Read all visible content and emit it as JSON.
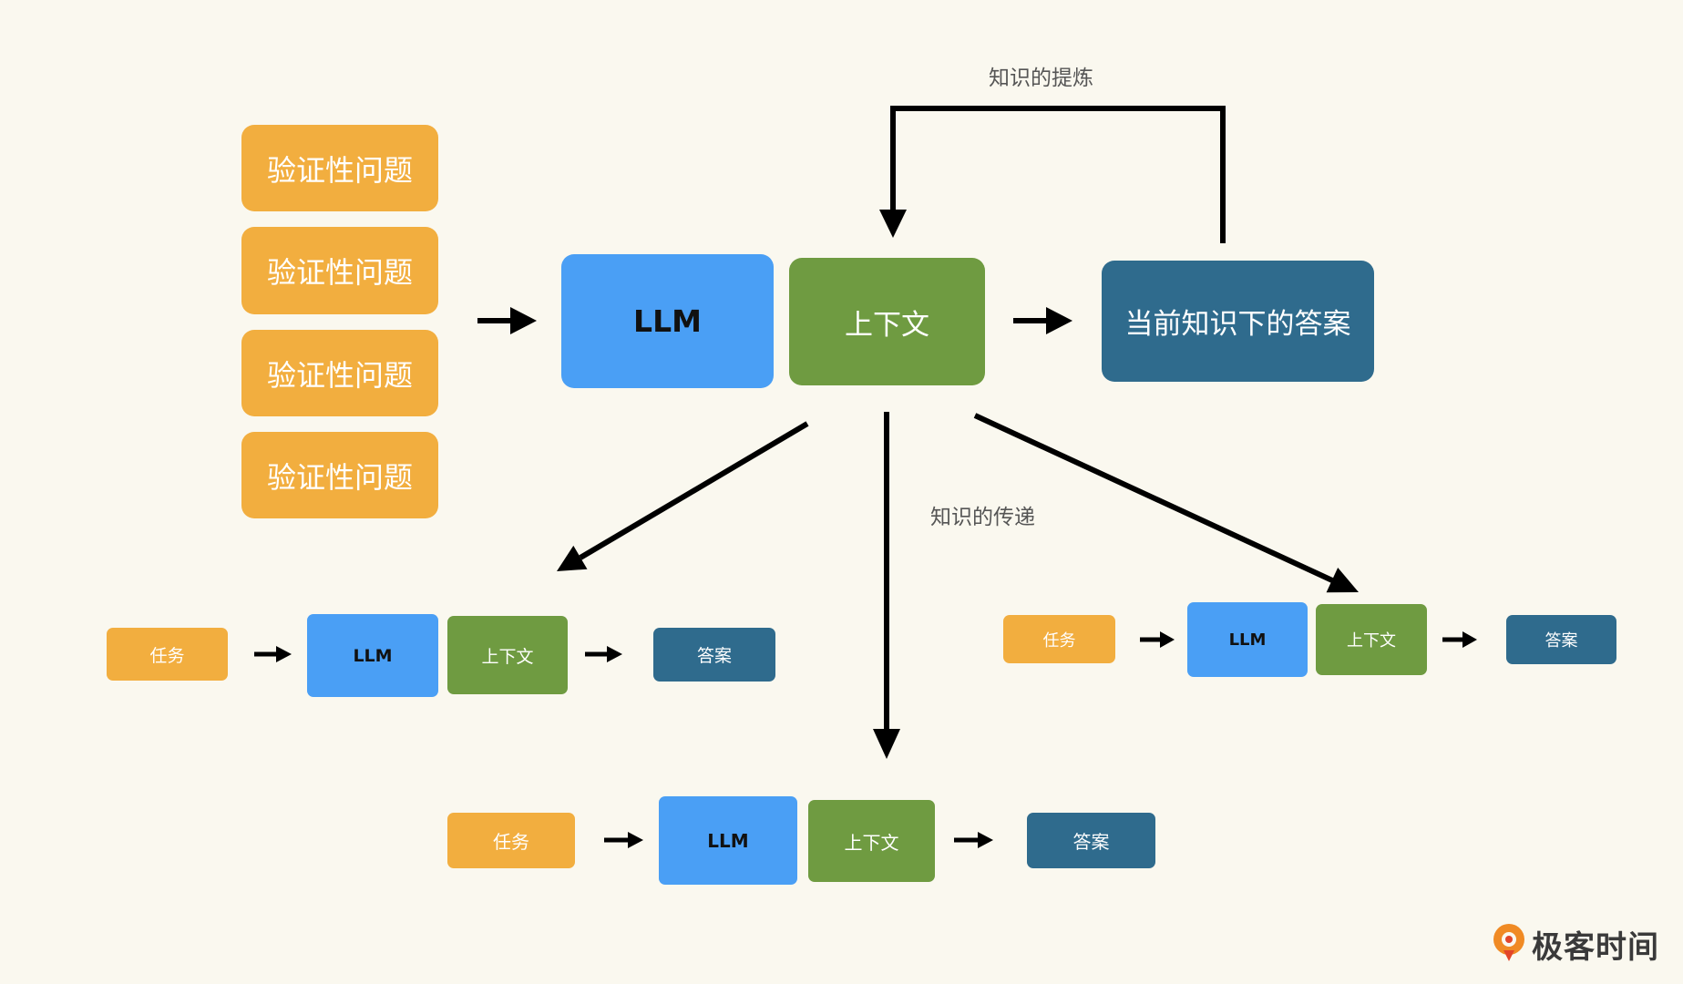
{
  "diagram": {
    "verification_questions": [
      "验证性问题",
      "验证性问题",
      "验证性问题",
      "验证性问题"
    ],
    "main_flow": {
      "llm": "LLM",
      "context": "上下文",
      "answer": "当前知识下的答案"
    },
    "edge_labels": {
      "distillation": "知识的提炼",
      "transfer": "知识的传递"
    },
    "task_flows": [
      {
        "task": "任务",
        "llm": "LLM",
        "context": "上下文",
        "answer": "答案"
      },
      {
        "task": "任务",
        "llm": "LLM",
        "context": "上下文",
        "answer": "答案"
      },
      {
        "task": "任务",
        "llm": "LLM",
        "context": "上下文",
        "answer": "答案"
      }
    ]
  },
  "colors": {
    "background": "#faf8ef",
    "question": "#f2ae3f",
    "llm": "#4a9ff5",
    "context": "#6f9b41",
    "answer": "#2f6b8d",
    "arrow": "#000000",
    "label": "#555555"
  },
  "logo": {
    "text": "极客时间",
    "icon": "geektime-logo-icon"
  }
}
